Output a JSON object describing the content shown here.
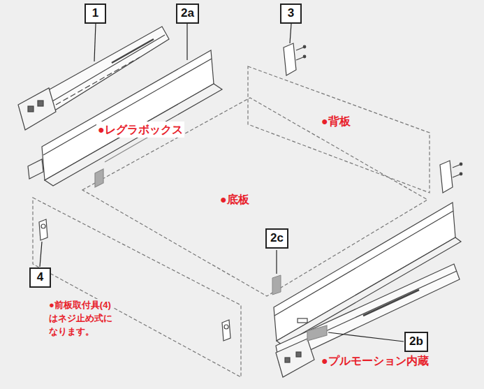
{
  "diagram": {
    "nodes": [
      {
        "text": [
          "1"
        ]
      },
      {
        "text": [
          "2a"
        ]
      },
      {
        "text": [
          "3"
        ]
      },
      {
        "text": [
          "2c"
        ]
      },
      {
        "text": [
          "4"
        ]
      },
      {
        "text": [
          "2b"
        ]
      }
    ],
    "labels": [
      "●レグラボックス",
      "●背板",
      "●底板",
      "●前板取付具(4)はネジ止め式に なります。",
      "●プルモーション内蔵"
    ]
  }
}
